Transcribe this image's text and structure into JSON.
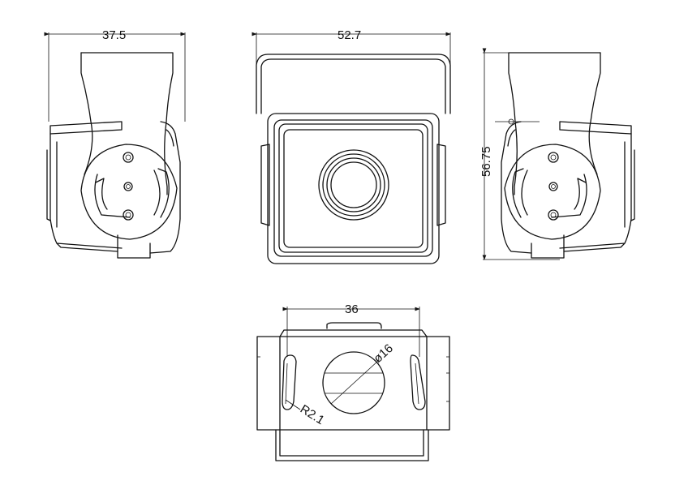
{
  "dimensions": {
    "side_width": "37.5",
    "front_width": "52.7",
    "height": "56.75",
    "bottom_width": "36",
    "lens_diameter": "ø16",
    "slot_radius": "R2.1"
  },
  "views": {
    "left_side": "side-view",
    "front": "front-view",
    "right_side": "side-view",
    "bottom": "bottom-view"
  }
}
